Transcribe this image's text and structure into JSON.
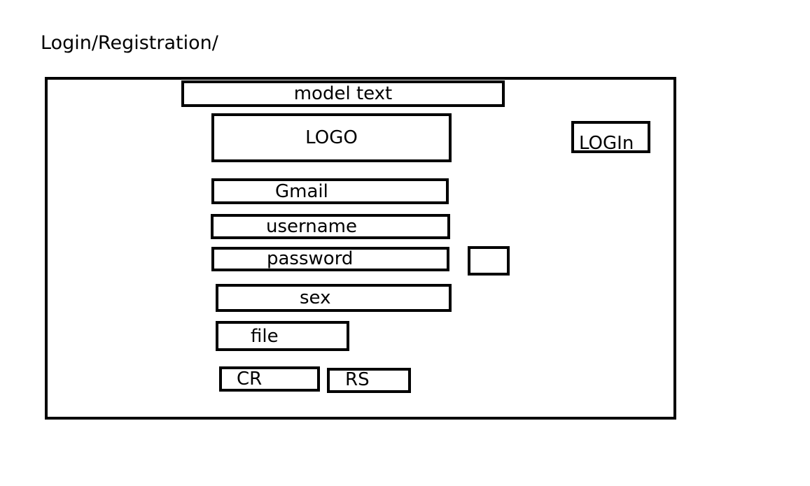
{
  "page": {
    "title": "Login/Registration/"
  },
  "modal": {
    "header_text": "model text",
    "logo_text": "LOGO",
    "login_button": "LOGIn",
    "fields": {
      "gmail": "Gmail",
      "username": "username",
      "password": "password",
      "sex": "sex",
      "file": "file"
    },
    "buttons": {
      "cr": "CR",
      "rs": "RS"
    }
  }
}
